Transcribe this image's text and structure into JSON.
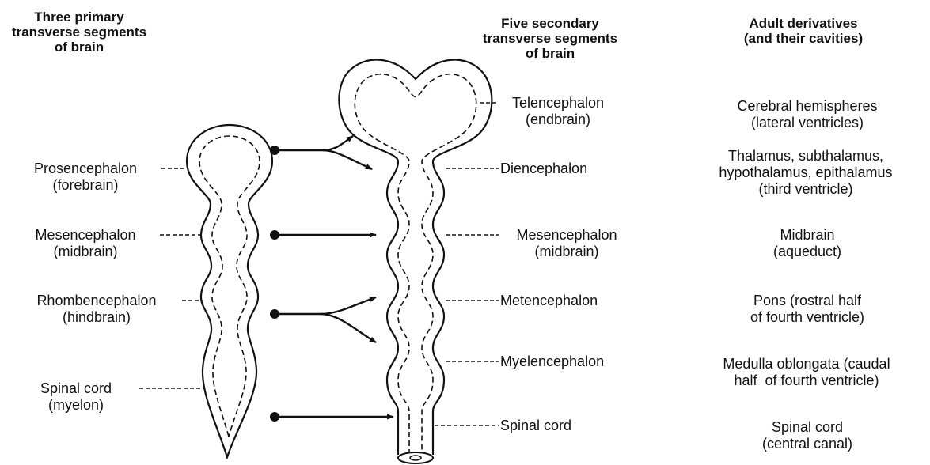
{
  "headers": {
    "primary": [
      "Three primary",
      "transverse segments",
      "of brain"
    ],
    "secondary": [
      "Five secondary",
      "transverse segments",
      "of brain"
    ],
    "derivatives": [
      "Adult derivatives",
      "(and their cavities)"
    ]
  },
  "primary_segments": [
    {
      "name": "Prosencephalon",
      "alt": "(forebrain)"
    },
    {
      "name": "Mesencephalon",
      "alt": "(midbrain)"
    },
    {
      "name": "Rhombencephalon",
      "alt": "(hindbrain)"
    },
    {
      "name": "Spinal cord",
      "alt": "(myelon)"
    }
  ],
  "secondary_segments": [
    {
      "name": "Telencephalon",
      "alt": "(endbrain)"
    },
    {
      "name": "Diencephalon",
      "alt": ""
    },
    {
      "name": "Mesencephalon",
      "alt": "(midbrain)"
    },
    {
      "name": "Metencephalon",
      "alt": ""
    },
    {
      "name": "Myelencephalon",
      "alt": ""
    },
    {
      "name": "Spinal cord",
      "alt": ""
    }
  ],
  "derivatives": [
    [
      "Cerebral hemispheres",
      "(lateral ventricles)"
    ],
    [
      "Thalamus, subthalamus,",
      "hypothalamus, epithalamus",
      "(third ventricle)"
    ],
    [
      "Midbrain",
      "(aqueduct)"
    ],
    [
      "Pons (rostral half",
      "of fourth ventricle)"
    ],
    [
      "Medulla oblongata (caudal",
      "half  of fourth ventricle)"
    ],
    [
      "Spinal cord",
      "(central canal)"
    ]
  ]
}
